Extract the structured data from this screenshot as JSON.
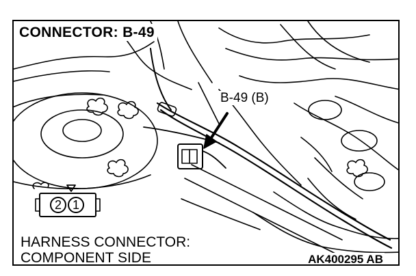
{
  "diagram": {
    "title": "CONNECTOR: B-49",
    "callout": "B-49 (B)",
    "caption_line1": "HARNESS CONNECTOR:",
    "caption_line2": "COMPONENT SIDE",
    "figure_code": "AK400295 AB",
    "connector_pins": [
      "2",
      "1"
    ]
  }
}
